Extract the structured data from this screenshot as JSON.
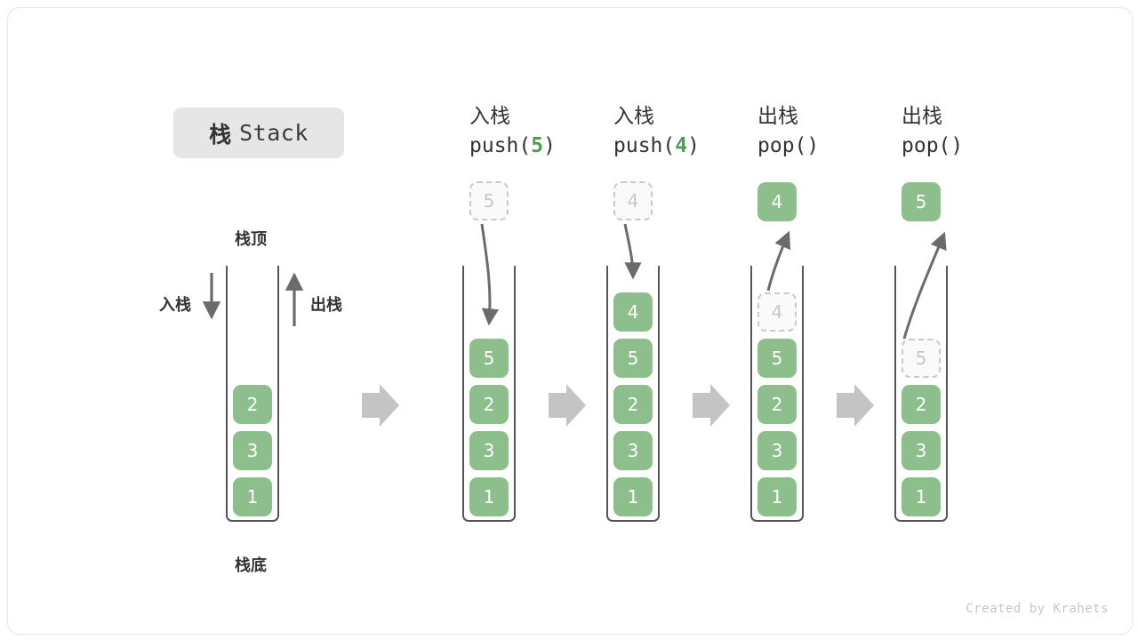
{
  "title": {
    "cn": "栈",
    "en": "Stack"
  },
  "labels": {
    "top": "栈顶",
    "bottom": "栈底",
    "push": "入栈",
    "pop": "出栈"
  },
  "footer": "Created by Krahets",
  "colors": {
    "element_fill": "#8cbf8c",
    "element_text": "#ffffff",
    "ghost_border": "#c9c9c9",
    "ghost_text": "#c8c8c8",
    "accent_green": "#4f9e4f",
    "container_border": "#555555",
    "step_arrow": "#c4c4c4",
    "badge_bg": "#e6e6e6"
  },
  "steps": [
    {
      "id": "initial",
      "head_line1": "",
      "head_line2": "",
      "head_arg": "",
      "stack": [
        "2",
        "3",
        "1"
      ],
      "floating": null,
      "ghost_in_stack": null
    },
    {
      "id": "push-5",
      "head_line1": "入栈",
      "head_line2": "push(",
      "head_arg": "5",
      "head_line2_tail": ")",
      "stack": [
        "5",
        "2",
        "3",
        "1"
      ],
      "floating": {
        "value": "5",
        "style": "ghost"
      },
      "ghost_in_stack": null
    },
    {
      "id": "push-4",
      "head_line1": "入栈",
      "head_line2": "push(",
      "head_arg": "4",
      "head_line2_tail": ")",
      "stack": [
        "4",
        "5",
        "2",
        "3",
        "1"
      ],
      "floating": {
        "value": "4",
        "style": "ghost"
      },
      "ghost_in_stack": null
    },
    {
      "id": "pop-4",
      "head_line1": "出栈",
      "head_line2": "pop(",
      "head_arg": "",
      "head_line2_tail": ")",
      "stack": [
        "5",
        "2",
        "3",
        "1"
      ],
      "floating": {
        "value": "4",
        "style": "solid"
      },
      "ghost_in_stack": {
        "value": "4"
      }
    },
    {
      "id": "pop-5",
      "head_line1": "出栈",
      "head_line2": "pop(",
      "head_arg": "",
      "head_line2_tail": ")",
      "stack": [
        "2",
        "3",
        "1"
      ],
      "floating": {
        "value": "5",
        "style": "solid"
      },
      "ghost_in_stack": {
        "value": "5"
      }
    }
  ],
  "cells": {
    "s0": [
      "2",
      "3",
      "1"
    ],
    "s1": [
      "5",
      "2",
      "3",
      "1"
    ],
    "s2": [
      "4",
      "5",
      "2",
      "3",
      "1"
    ],
    "s3_ghost": "4",
    "s3": [
      "5",
      "2",
      "3",
      "1"
    ],
    "s4_ghost": "5",
    "s4": [
      "2",
      "3",
      "1"
    ],
    "float1": "5",
    "float2": "4",
    "float3": "4",
    "float4": "5"
  },
  "headers": {
    "h1_cn": "入栈",
    "h1_fn_pre": "push(",
    "h1_fn_arg": "5",
    "h1_fn_post": ")",
    "h2_cn": "入栈",
    "h2_fn_pre": "push(",
    "h2_fn_arg": "4",
    "h2_fn_post": ")",
    "h3_cn": "出栈",
    "h3_fn_pre": "pop(",
    "h3_fn_arg": "",
    "h3_fn_post": ")",
    "h4_cn": "出栈",
    "h4_fn_pre": "pop(",
    "h4_fn_arg": "",
    "h4_fn_post": ")"
  }
}
